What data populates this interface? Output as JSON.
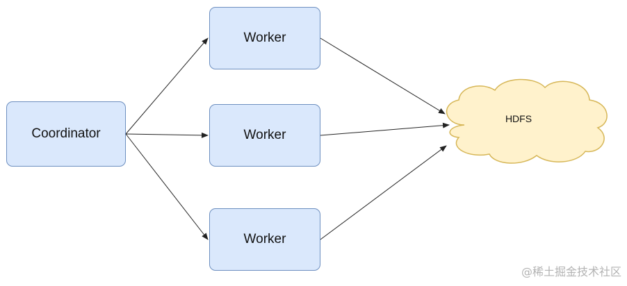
{
  "nodes": {
    "coordinator": "Coordinator",
    "worker_1": "Worker",
    "worker_2": "Worker",
    "worker_3": "Worker",
    "hdfs": "HDFS"
  },
  "watermark": "@稀土掘金技术社区",
  "colors": {
    "node_fill": "#dae8fc",
    "node_border": "#6c8ebf",
    "cloud_fill": "#fff2cc",
    "cloud_border": "#d6b656",
    "edge": "#222222"
  }
}
